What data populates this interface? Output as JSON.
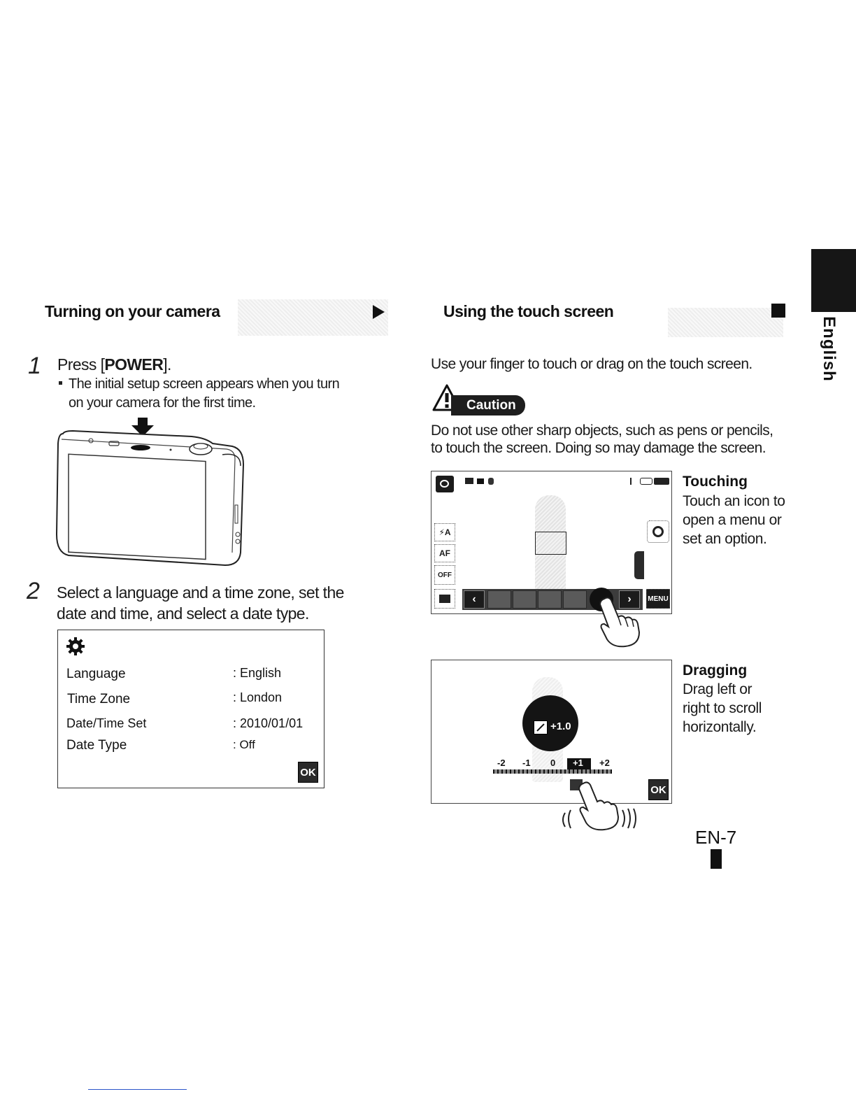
{
  "side_tab": {
    "label": "English"
  },
  "left": {
    "section_title": "Turning on your camera",
    "step1": {
      "number": "1",
      "text_prefix": "Press [",
      "text_bold": "POWER",
      "text_suffix": "].",
      "bullet_line1": "The initial setup screen appears when you turn",
      "bullet_line2": "on your camera for the first time."
    },
    "step2": {
      "number": "2",
      "line1": "Select a language and a time zone, set the",
      "line2": "date and time, and select a date type."
    },
    "setup_screen": {
      "rows": [
        {
          "label": "Language",
          "value": ": English"
        },
        {
          "label": "Time Zone",
          "value": ": London"
        },
        {
          "label": "Date/Time Set",
          "value": ": 2010/01/01"
        },
        {
          "label": "Date Type",
          "value": ": Off"
        }
      ],
      "ok_label": "OK"
    }
  },
  "right": {
    "section_title": "Using the touch screen",
    "intro": "Use your finger to touch or drag on the touch screen.",
    "caution": {
      "badge": "Caution",
      "line1": "Do not use other sharp objects, such as pens or pencils,",
      "line2": "to touch the screen. Doing so may damage the screen."
    },
    "touching": {
      "title": "Touching",
      "lines": [
        "Touch an icon to",
        "open a menu or",
        "set an option."
      ],
      "screen": {
        "icon_flash": "⚡A",
        "icon_af": "AF",
        "icon_off": "OFF",
        "icon_menu": "MENU",
        "arrow_left": "‹",
        "arrow_right": "›"
      }
    },
    "dragging": {
      "title": "Dragging",
      "lines": [
        "Drag left or",
        "right to scroll",
        "horizontally."
      ],
      "ev_value": "+1.0",
      "scale": [
        "-2",
        "-1",
        "0",
        "+1",
        "+2"
      ],
      "ok_label": "OK"
    }
  },
  "footer": {
    "page_number": "EN-7"
  }
}
